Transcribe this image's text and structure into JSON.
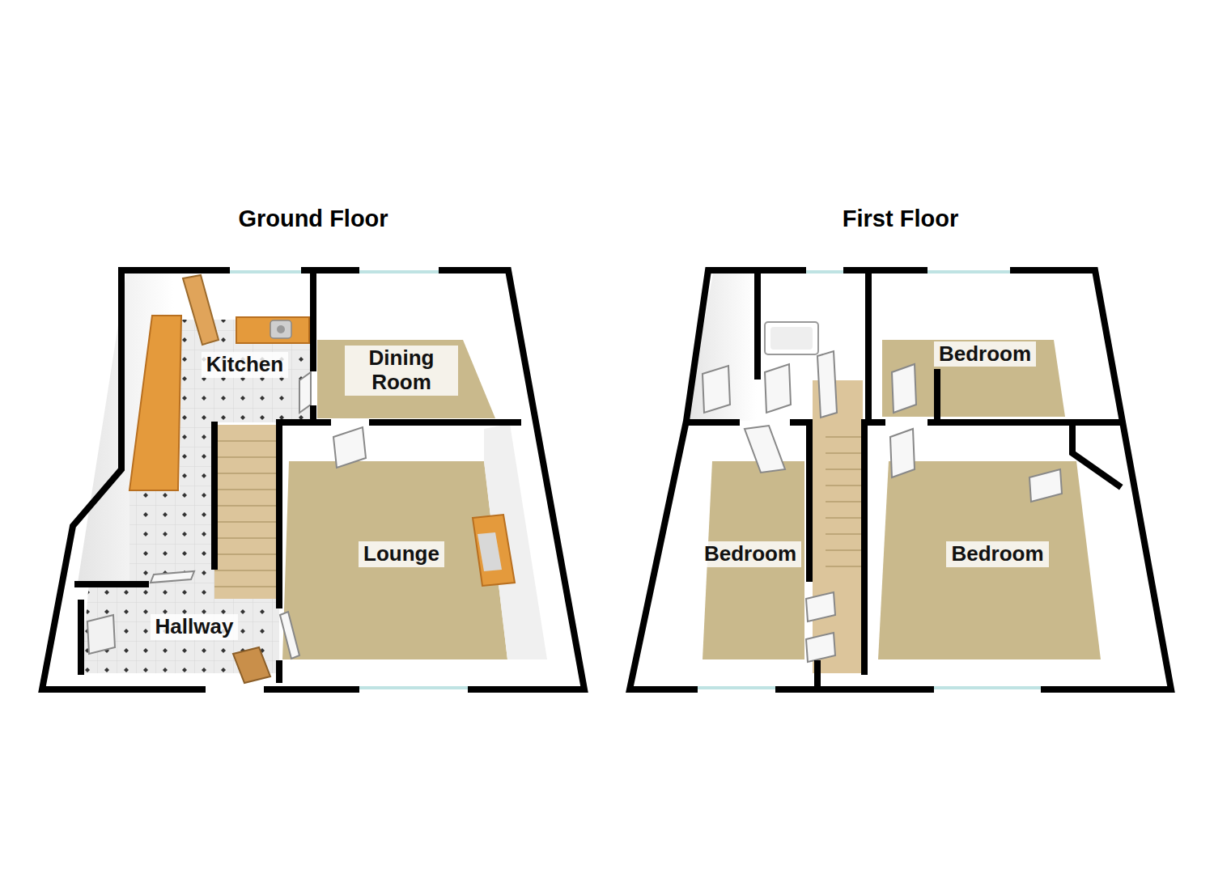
{
  "diagram": {
    "nodes": [
      {
        "text": [
          "Ground Floor"
        ]
      },
      {
        "text": [
          "Kitchen"
        ],
        "in": 0
      },
      {
        "text": [
          "Dining Room"
        ],
        "in": 0
      },
      {
        "text": [
          "Lounge"
        ],
        "in": 0
      },
      {
        "text": [
          "Hallway"
        ],
        "in": 0
      },
      {
        "text": [
          "First Floor"
        ]
      },
      {
        "text": [
          "Bedroom"
        ],
        "in": 5
      },
      {
        "text": [
          "Bedroom"
        ],
        "in": 5
      },
      {
        "text": [
          "Bedroom"
        ],
        "in": 5
      }
    ]
  }
}
